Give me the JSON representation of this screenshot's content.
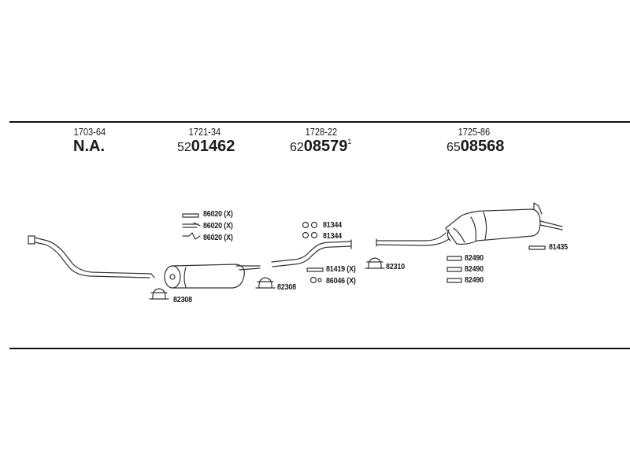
{
  "sections": [
    {
      "id": "s1",
      "number": "1703-64",
      "text": "N.A."
    },
    {
      "id": "s2",
      "number": "1721-34",
      "prefix": "52",
      "main": "01462",
      "suffix": ""
    },
    {
      "id": "s3",
      "number": "1728-22",
      "prefix": "62",
      "main": "08579",
      "suffix": "1"
    },
    {
      "id": "s4",
      "number": "1725-86",
      "prefix": "65",
      "main": "08568",
      "suffix": ""
    }
  ],
  "parts": {
    "p86020a": "86020 (X)",
    "p86020b": "86020 (X)",
    "p86020c": "86020 (X)",
    "p82308a": "82308",
    "p82308b": "82308",
    "p81344a": "81344",
    "p81344b": "81344",
    "p81419": "81419 (X)",
    "p86046": "86046 (X)",
    "p82310": "82310",
    "p82490a": "82490",
    "p82490b": "82490",
    "p82490c": "82490",
    "p81435": "81435"
  }
}
